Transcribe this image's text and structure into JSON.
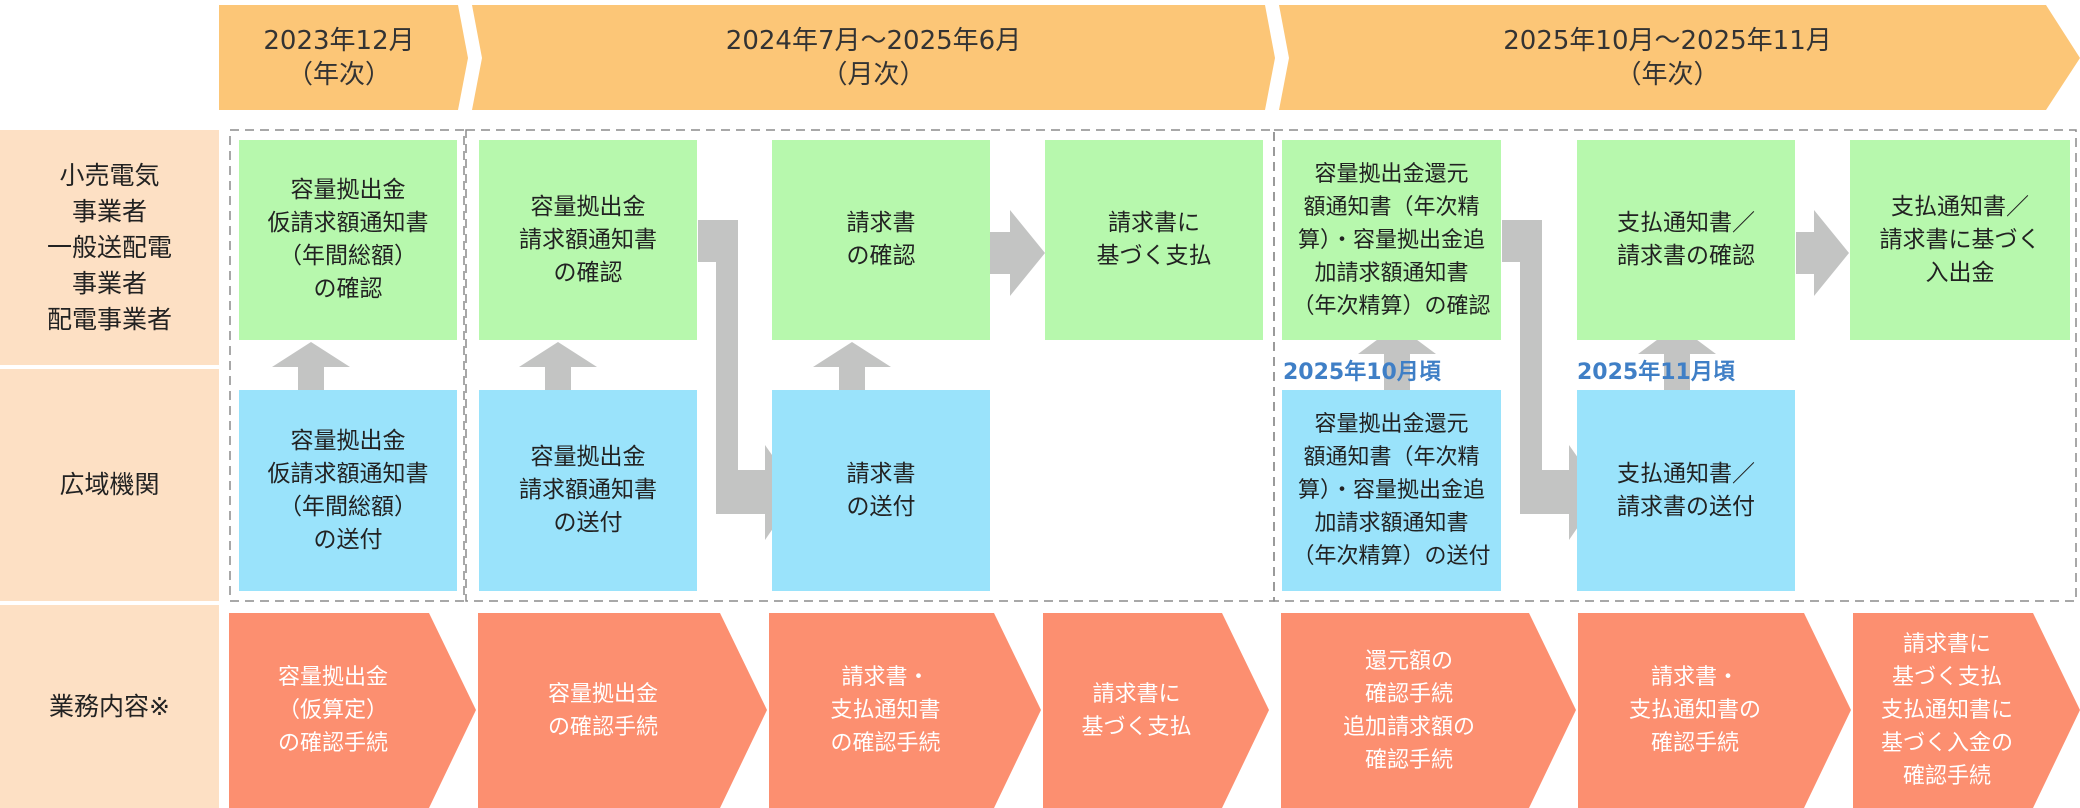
{
  "colors": {
    "period_band": "#fcc677",
    "row_label_bg": "#fde0c4",
    "box_rep": "#b7f8ad",
    "box_organ": "#9ae3fb",
    "arrow_gray": "#c3c4c3",
    "task_orange": "#fc8f70",
    "date_blue": "#3f7fc6",
    "dashed_border": "#8c8c8c"
  },
  "periods": [
    {
      "line1": "2023年12月",
      "line2": "（年次）"
    },
    {
      "line1": "2024年7月～2025年6月",
      "line2": "（月次）"
    },
    {
      "line1": "2025年10月～2025年11月",
      "line2": "（年次）"
    }
  ],
  "rows": {
    "operators": {
      "lines": [
        "小売電気",
        "事業者",
        "一般送配電",
        "事業者",
        "配電事業者"
      ]
    },
    "organization": {
      "lines": [
        "広域機関"
      ]
    },
    "tasks": {
      "lines": [
        "業務内容※"
      ]
    }
  },
  "operator_boxes": [
    {
      "lines": [
        "容量拠出金",
        "仮請求額通知書",
        "（年間総額）",
        "の確認"
      ]
    },
    {
      "lines": [
        "容量拠出金",
        "請求額通知書",
        "の確認"
      ]
    },
    {
      "lines": [
        "請求書",
        "の確認"
      ]
    },
    {
      "lines": [
        "請求書に",
        "基づく支払"
      ]
    },
    {
      "lines": [
        "容量拠出金還元",
        "額通知書（年次精",
        "算）・容量拠出金追",
        "加請求額通知書",
        "（年次精算）の確認"
      ]
    },
    {
      "lines": [
        "支払通知書／",
        "請求書の確認"
      ]
    },
    {
      "lines": [
        "支払通知書／",
        "請求書に基づく",
        "入出金"
      ]
    }
  ],
  "organization_boxes": [
    {
      "lines": [
        "容量拠出金",
        "仮請求額通知書",
        "（年間総額）",
        "の送付"
      ]
    },
    {
      "lines": [
        "容量拠出金",
        "請求額通知書",
        "の送付"
      ]
    },
    {
      "lines": [
        "請求書",
        "の送付"
      ]
    },
    {
      "lines": [
        "容量拠出金還元",
        "額通知書（年次精",
        "算）・容量拠出金追",
        "加請求額通知書",
        "（年次精算）の送付"
      ]
    },
    {
      "lines": [
        "支払通知書／",
        "請求書の送付"
      ]
    }
  ],
  "dates": [
    "2025年10月頃",
    "2025年11月頃"
  ],
  "task_arrows": [
    {
      "lines": [
        "容量拠出金",
        "（仮算定）",
        "の確認手続"
      ]
    },
    {
      "lines": [
        "容量拠出金",
        "の確認手続"
      ]
    },
    {
      "lines": [
        "請求書・",
        "支払通知書",
        "の確認手続"
      ]
    },
    {
      "lines": [
        "請求書に",
        "基づく支払"
      ]
    },
    {
      "lines": [
        "還元額の",
        "確認手続",
        "追加請求額の",
        "確認手続"
      ]
    },
    {
      "lines": [
        "請求書・",
        "支払通知書の",
        "確認手続"
      ]
    },
    {
      "lines": [
        "請求書に",
        "基づく支払",
        "支払通知書に",
        "基づく入金の",
        "確認手続"
      ]
    }
  ]
}
